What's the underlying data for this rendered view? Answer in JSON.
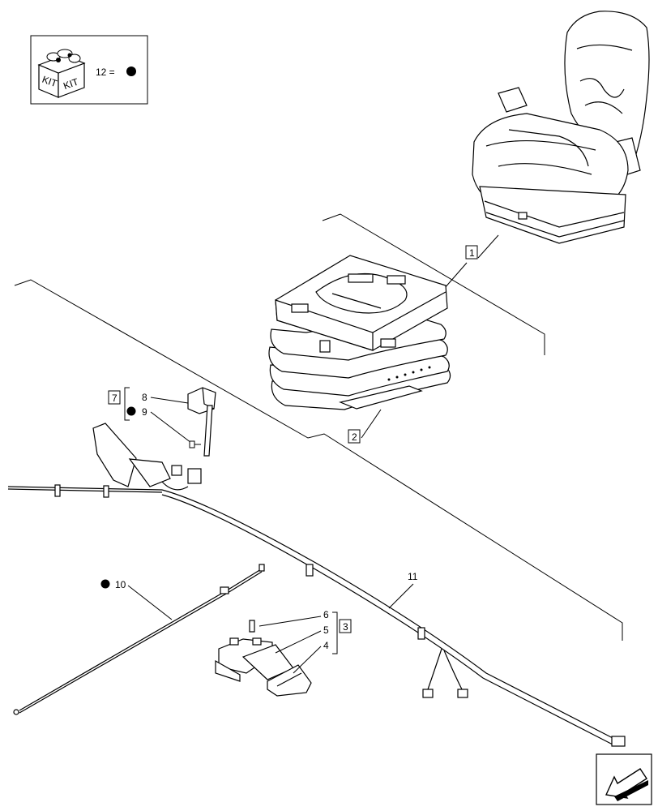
{
  "kit_legend": {
    "kit_text_left": "KIT",
    "kit_text_right": "KIT",
    "equation": "12 ="
  },
  "callouts": {
    "c1": "1",
    "c2": "2",
    "c3": "3",
    "c4": "4",
    "c5": "5",
    "c6": "6",
    "c7": "7",
    "c8": "8",
    "c9": "9",
    "c10": "10",
    "c11": "11"
  },
  "icons": {
    "kit_box": "kit-box-icon",
    "kit_marker": "filled-circle",
    "nav_next": "arrow-next-icon"
  }
}
